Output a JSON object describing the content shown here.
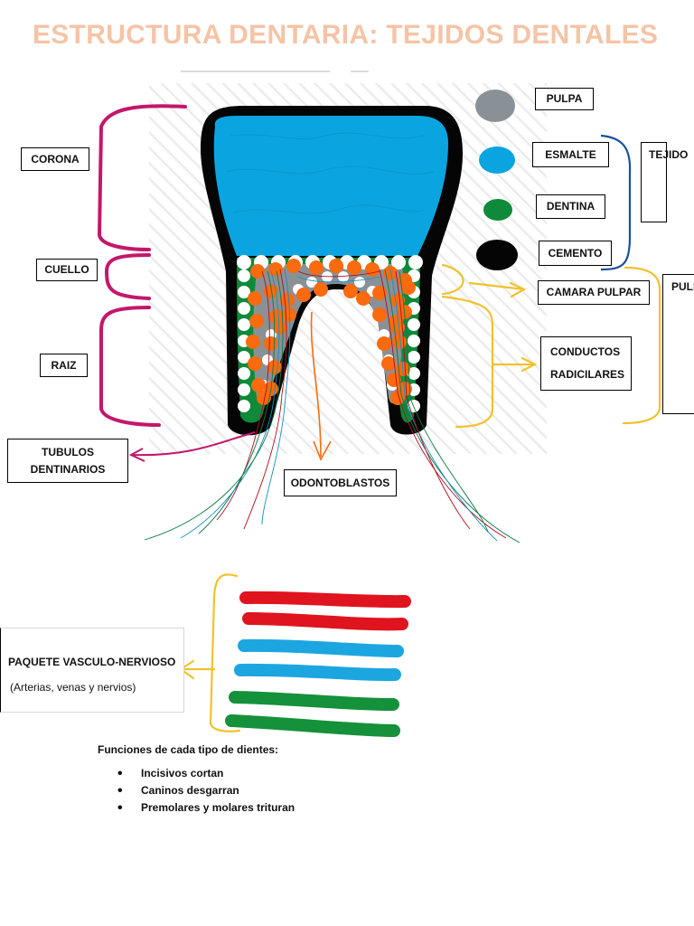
{
  "title": "ESTRUCTURA DENTARIA: TEJIDOS DENTALES",
  "regions": {
    "corona": "CORONA",
    "cuello": "CUELLO",
    "raiz": "RAIZ"
  },
  "legend": [
    {
      "label": "PULPA",
      "color": "#8a9196"
    },
    {
      "label": "ESMALTE",
      "color": "#0aa5e0"
    },
    {
      "label": "DENTINA",
      "color": "#0e8a3a"
    },
    {
      "label": "CEMENTO",
      "color": "#050505"
    }
  ],
  "group_labels": {
    "tejido": "TEJIDO",
    "pulpa_cut": "PULI"
  },
  "parts": {
    "camara_pulpar": "CAMARA PULPAR",
    "conductos_line1": "CONDUCTOS",
    "conductos_line2": "RADICILARES",
    "tubulos_line1": "TUBULOS",
    "tubulos_line2": "DENTINARIOS",
    "odontoblastos": "ODONTOBLASTOS"
  },
  "paquete": {
    "title": "PAQUETE VASCULO-NERVIOSO",
    "subtitle": "(Arterias, venas y nervios)",
    "strokes": [
      {
        "kind": "arteria",
        "color": "#e0141e"
      },
      {
        "kind": "arteria",
        "color": "#e0141e"
      },
      {
        "kind": "vena",
        "color": "#1ca6e0"
      },
      {
        "kind": "vena",
        "color": "#1ca6e0"
      },
      {
        "kind": "nervio",
        "color": "#14913a"
      },
      {
        "kind": "nervio",
        "color": "#14913a"
      }
    ]
  },
  "functions": {
    "heading": "Funciones de cada tipo de dientes:",
    "items": [
      "Incisivos cortan",
      "Caninos desgarran",
      "Premolares y molares trituran"
    ]
  },
  "colors": {
    "title": "#f5c4a6",
    "bracket_magenta": "#c2186b",
    "bracket_yellow": "#f2c12e",
    "bracket_blue": "#1a4fa0",
    "odontoblast": "#fa6a0e",
    "pulp": "#8a9196"
  }
}
